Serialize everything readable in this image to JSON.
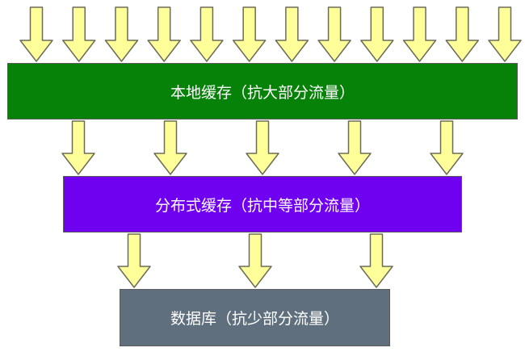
{
  "tiers": {
    "local": {
      "label": "本地缓存（抗大部分流量）",
      "color": "#078208"
    },
    "distributed": {
      "label": "分布式缓存（抗中等部分流量）",
      "color": "#7000f0"
    },
    "database": {
      "label": "数据库（抗少部分流量）",
      "color": "#5f6f7e"
    }
  },
  "arrow_style": {
    "fill": "#ffff99",
    "stroke": "#6b6b5a"
  },
  "arrow_counts": {
    "incoming": 12,
    "local_to_distributed": 5,
    "distributed_to_database": 3
  }
}
